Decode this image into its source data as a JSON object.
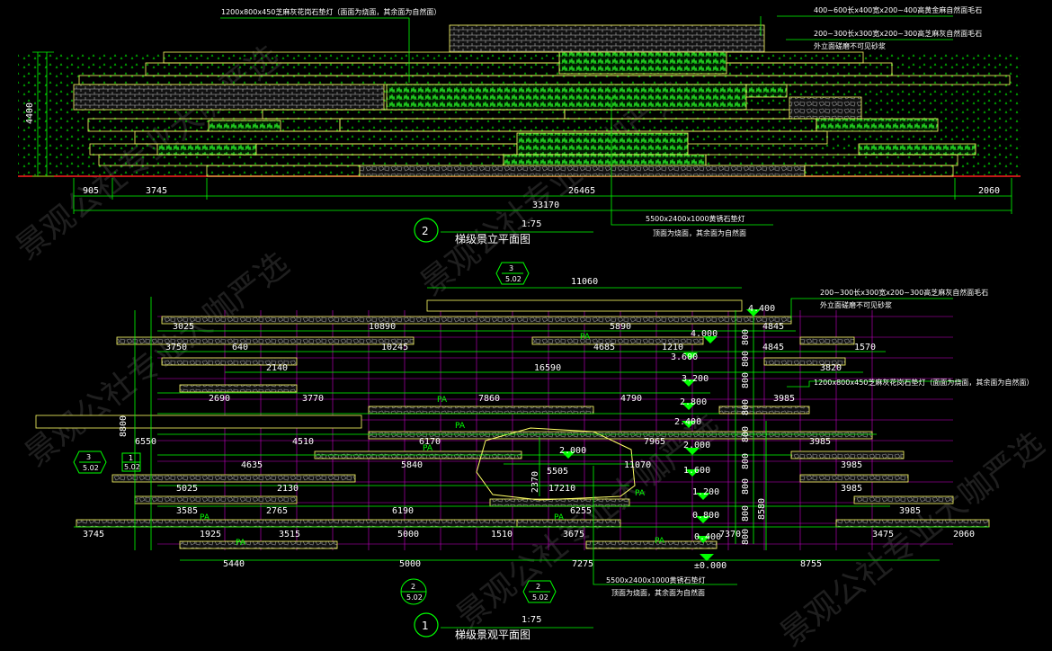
{
  "elevation": {
    "title_number": "2",
    "title": "梯级景立平面图",
    "scale": "1:75",
    "height_dim": "4400",
    "bottom_dims": [
      "905",
      "3745",
      "26465",
      "2060"
    ],
    "total_dim": "33170",
    "notes": {
      "top_left": "1200x800x450芝麻灰花岗石垫灯（面面为烧面，其余面为自然面）",
      "top_right_1": "400~600长x400宽x200~400高黄金麻自然面毛石",
      "top_right_2": "200~300长x300宽x200~300高芝麻灰自然面毛石",
      "top_right_3": "外立面磋磨不可见砂浆",
      "bottom_1": "5500x2400x1000黄锈石垫灯",
      "bottom_2": "顶面为烧面，其余面为自然面"
    }
  },
  "plan": {
    "title_number": "1",
    "title": "梯级景观平面图",
    "scale": "1:75",
    "top_dim": "11060",
    "left_height": "8800",
    "levels": [
      "4.400",
      "4.000",
      "3.600",
      "3.200",
      "2.800",
      "2.400",
      "2.000",
      "2.000",
      "1.600",
      "1.200",
      "0.800",
      "0.400",
      "±0.000"
    ],
    "dims": [
      "3025",
      "10890",
      "5890",
      "4845",
      "3750",
      "640",
      "10245",
      "4685",
      "1210",
      "4845",
      "1570",
      "2140",
      "16590",
      "3820",
      "2690",
      "3770",
      "7860",
      "4790",
      "3985",
      "6550",
      "4510",
      "6170",
      "7965",
      "3985",
      "4635",
      "5840",
      "5505",
      "11070",
      "3985",
      "5025",
      "2130",
      "17210",
      "3985",
      "3585",
      "2765",
      "6190",
      "6255",
      "3985",
      "3745",
      "1925",
      "3515",
      "5000",
      "1510",
      "3675",
      "7370",
      "3475",
      "2060",
      "5440",
      "5000",
      "7275",
      "8755",
      "2370",
      "8580"
    ],
    "right_dims": [
      "800",
      "800",
      "800",
      "800",
      "800",
      "800",
      "800",
      "800",
      "800"
    ],
    "pa_label": "PA",
    "notes": {
      "right_1": "200~300长x300宽x200~300高芝麻灰自然面毛石",
      "right_2": "外立面磋磨不可见砂浆",
      "right_3": "1200x800x450芝麻灰花岗石垫灯（面面为烧面，其余面为自然面）",
      "bottom_1": "5500x2400x1000黄锈石垫灯",
      "bottom_2": "顶面为烧面，其余面为自然面"
    },
    "section_marks": [
      {
        "num": "3",
        "sheet": "5.02"
      },
      {
        "num": "3",
        "sheet": "5.02"
      },
      {
        "num": "1",
        "sheet": "5.02"
      },
      {
        "num": "2",
        "sheet": "5.02"
      },
      {
        "num": "2",
        "sheet": "5.02"
      }
    ]
  },
  "watermark": "景观公社专业大咖严选",
  "colors": {
    "background": "#000000",
    "dimension": "#00ff00",
    "step_outline": "#ffff66",
    "grid": "#ff00ff",
    "ground": "#ff2020",
    "text": "#ffffff"
  }
}
